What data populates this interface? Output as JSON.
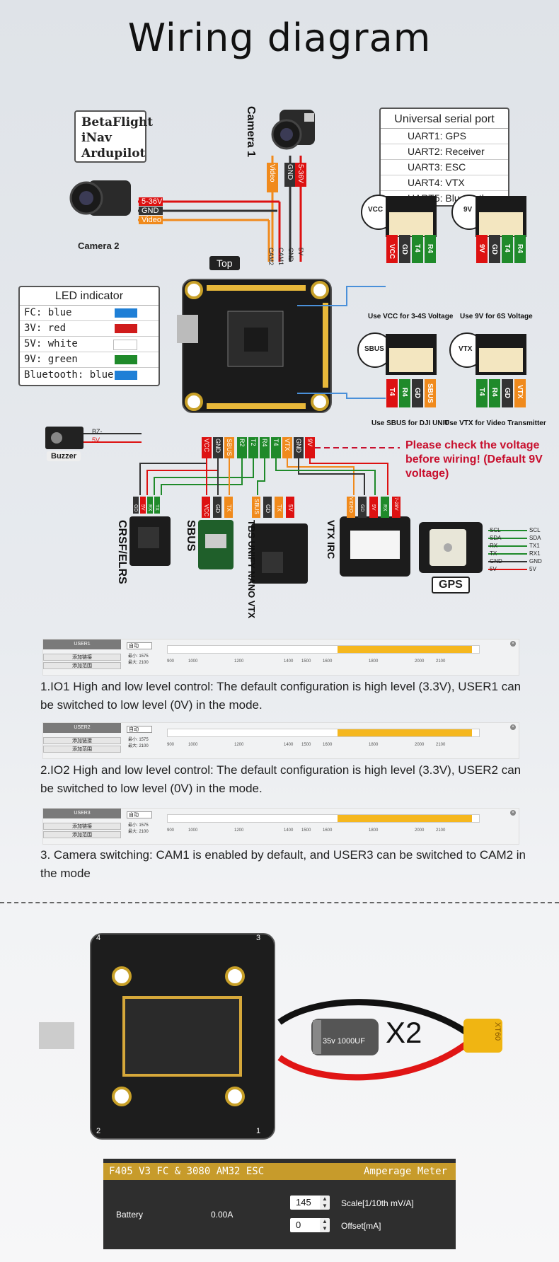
{
  "title": "Wiring diagram",
  "firmware": [
    "BetaFlight",
    "iNav",
    "Ardupilot"
  ],
  "uart": {
    "heading": "Universal serial port",
    "rows": [
      "UART1: GPS",
      "UART2: Receiver",
      "UART3: ESC",
      "UART4: VTX",
      "UART5: Bluetooth"
    ]
  },
  "led": {
    "heading": "LED indicator",
    "rows": [
      {
        "label": "FC:  blue",
        "color": "#1f7fd6"
      },
      {
        "label": "3V:  red",
        "color": "#d01c1c"
      },
      {
        "label": "5V:  white",
        "color": "#ffffff"
      },
      {
        "label": "9V:  green",
        "color": "#1f8a2a"
      },
      {
        "label": "Bluetooth:  blue",
        "color": "#1f7fd6"
      }
    ]
  },
  "cameras": {
    "camera1": "Camera 1",
    "camera2": "Camera 2",
    "cam1_pins": [
      "Video",
      "GND",
      "5-36V"
    ],
    "cam2_pins": [
      "5-36V",
      "GND",
      "Video"
    ]
  },
  "board": {
    "top_label": "Top",
    "top_pins": [
      "CAM2",
      "CAM1",
      "GND",
      "5V"
    ],
    "bottom_pins": [
      "VCC",
      "GND",
      "SBUS",
      "R2",
      "T2",
      "R4",
      "T4",
      "VTX",
      "GND",
      "9V"
    ]
  },
  "connectors": {
    "vcc_pins": [
      "VCC",
      "GD",
      "T4",
      "R4"
    ],
    "vcc_caption": "Use VCC for 3-4S Voltage",
    "vcc_badge": "VCC",
    "v9_pins": [
      "9V",
      "GD",
      "T4",
      "R4"
    ],
    "v9_caption": "Use 9V for 6S Voltage",
    "v9_badge": "9V",
    "sbus_pins": [
      "T4",
      "R4",
      "GD",
      "SBUS"
    ],
    "sbus_caption": "Use SBUS for DJI UNIT",
    "sbus_badge": "SBUS",
    "vtx_pins": [
      "T4",
      "R4",
      "GD",
      "VTX"
    ],
    "vtx_caption": "Use VTX for Video Transmitter",
    "vtx_badge": "VTX"
  },
  "buzzer": {
    "label": "Buzzer",
    "pins": [
      "BZ-",
      "5V"
    ]
  },
  "warning": "Please check the voltage before wiring! (Default 9V voltage)",
  "peripherals": {
    "crsf": {
      "label": "CRSF/ELRS",
      "pins": [
        "GD",
        "5V",
        "RX",
        "TX"
      ]
    },
    "sbus": {
      "label": "SBUS",
      "pins": [
        "VCC",
        "GD",
        "TX"
      ]
    },
    "tbs": {
      "label": "TBS UNIFY NANO VTX",
      "pins": [
        "SBUS",
        "GD",
        "TX",
        "5V"
      ]
    },
    "vtxirc": {
      "label": "VTX IRC",
      "pins": [
        "VIDEO",
        "GD",
        "5V",
        "RX",
        "7-28V"
      ]
    },
    "gps": {
      "label": "GPS",
      "left": [
        "SCL",
        "SDA",
        "RX",
        "TX",
        "GND",
        "5V"
      ],
      "right": [
        "SCL",
        "SDA",
        "TX1",
        "RX1",
        "GND",
        "5V"
      ]
    }
  },
  "configs": [
    {
      "name": "USER1",
      "mode": "自动",
      "min": "最小: 1575",
      "max": "最大: 2100",
      "btn1": "添加链接",
      "btn2": "添加范围"
    },
    {
      "name": "USER2",
      "mode": "自动",
      "min": "最小: 1575",
      "max": "最大: 2100",
      "btn1": "添加链接",
      "btn2": "添加范围"
    },
    {
      "name": "USER3",
      "mode": "自动",
      "min": "最小: 1575",
      "max": "最大: 2100",
      "btn1": "添加链接",
      "btn2": "添加范围"
    }
  ],
  "slider_ticks": [
    "900",
    "1000",
    "1200",
    "1400",
    "1500",
    "1600",
    "1800",
    "2000",
    "2100"
  ],
  "notes": [
    "1.IO1 High and low level control: The default configuration is high level (3.3V), USER1 can be switched to low level (0V) in the mode.",
    "2.IO2 High and low level control: The default configuration is high level (3.3V), USER2 can be switched to low level (0V) in the mode.",
    "3. Camera switching: CAM1 is enabled by default, and USER3 can be switched to CAM2 in the mode"
  ],
  "esc": {
    "cap_label": "35v 1000UF",
    "multiplier": "X2",
    "connector": "XT60",
    "corners": [
      "4",
      "3",
      "2",
      "1"
    ]
  },
  "amperage": {
    "header_left": "F405 V3 FC & 3080 AM32 ESC",
    "header_right": "Amperage Meter",
    "battery_label": "Battery",
    "battery_value": "0.00A",
    "scale_value": "145",
    "scale_label": "Scale[1/10th mV/A]",
    "offset_value": "0",
    "offset_label": "Offset[mA]"
  }
}
